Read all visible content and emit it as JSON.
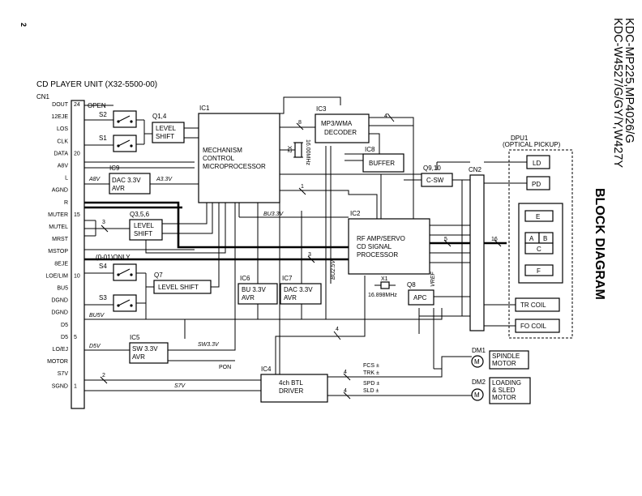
{
  "page_number": "2",
  "header": {
    "model_line1": "KDC-MP225,MP4026/G",
    "model_line2": "KDC-W4527/G/GY/Y,W427Y",
    "title": "BLOCK DIAGRAM"
  },
  "unit_title": "CD PLAYER UNIT (X32-5500-00)",
  "connector": {
    "name": "CN1",
    "pins": [
      {
        "label": "DOUT",
        "num": "24"
      },
      {
        "label": "12EJE",
        "num": ""
      },
      {
        "label": "LOS",
        "num": ""
      },
      {
        "label": "CLK",
        "num": ""
      },
      {
        "label": "DATA",
        "num": "20"
      },
      {
        "label": "A8V",
        "num": ""
      },
      {
        "label": "L",
        "num": ""
      },
      {
        "label": "AGND",
        "num": ""
      },
      {
        "label": "R",
        "num": ""
      },
      {
        "label": "MUTER",
        "num": "15"
      },
      {
        "label": "MUTEL",
        "num": ""
      },
      {
        "label": "MRST",
        "num": ""
      },
      {
        "label": "MSTOP",
        "num": ""
      },
      {
        "label": "8EJE",
        "num": ""
      },
      {
        "label": "LOE/LIM",
        "num": "10"
      },
      {
        "label": "BU5",
        "num": ""
      },
      {
        "label": "DGND",
        "num": ""
      },
      {
        "label": "DGND",
        "num": ""
      },
      {
        "label": "D5",
        "num": ""
      },
      {
        "label": "D5",
        "num": "5"
      },
      {
        "label": "LO/EJ",
        "num": ""
      },
      {
        "label": "MOTOR",
        "num": ""
      },
      {
        "label": "S7V",
        "num": ""
      },
      {
        "label": "SGND",
        "num": "1"
      }
    ]
  },
  "switches": {
    "open_label": "OPEN",
    "s2": "S2",
    "s1": "S1",
    "s4": "S4",
    "s4_note": "(0-01)ONLY",
    "s3": "S3"
  },
  "blocks": {
    "q14": {
      "ref": "Q1,4",
      "line1": "LEVEL",
      "line2": "SHIFT"
    },
    "ic1": {
      "ref": "IC1",
      "line1": "MECHANISM",
      "line2": "CONTROL",
      "line3": "MICROPROCESSOR"
    },
    "ic3": {
      "ref": "IC3",
      "line1": "MP3/WMA",
      "line2": "DECODER"
    },
    "ic8": {
      "ref": "IC8",
      "line1": "BUFFER"
    },
    "ic9": {
      "ref": "IC9",
      "line1": "DAC 3.3V",
      "line2": "AVR"
    },
    "q356": {
      "ref": "Q3,5,6",
      "line1": "LEVEL",
      "line2": "SHIFT"
    },
    "q7": {
      "ref": "Q7",
      "line1": "LEVEL SHIFT"
    },
    "ic6": {
      "ref": "IC6",
      "line1": "BU 3.3V",
      "line2": "AVR"
    },
    "ic7": {
      "ref": "IC7",
      "line1": "DAC 3.3V",
      "line2": "AVR"
    },
    "ic2": {
      "ref": "IC2",
      "line1": "RF AMP/SERVO",
      "line2": "CD SIGNAL",
      "line3": "PROCESSOR"
    },
    "q910": {
      "ref": "Q9,10",
      "line1": "C-SW"
    },
    "q8": {
      "ref": "Q8",
      "line1": "APC"
    },
    "ic5": {
      "ref": "IC5",
      "line1": "SW 3.3V",
      "line2": "AVR"
    },
    "ic4": {
      "ref": "IC4",
      "line1": "4ch BTL",
      "line2": "DRIVER"
    },
    "cn2": {
      "ref": "CN2"
    }
  },
  "crystals": {
    "x2_ref": "X2",
    "x2_freq": "16.00MHz",
    "x1_ref": "X1",
    "x1_freq": "16.898MHz"
  },
  "net_labels": {
    "a8v": "A8V",
    "a33v": "A3.3V",
    "bu33v": "BU3.3V",
    "bu25v": "BU2.5V",
    "vref": "VREF",
    "bu5v": "BU5V",
    "d5v": "D5V",
    "sw33v": "SW3.3V",
    "pon": "PON",
    "s7v": "S7V",
    "fcs": "FCS ±",
    "trk": "TRK ±",
    "spd": "SPD ±",
    "sld": "SLD ±"
  },
  "bus_widths": {
    "ic1_ic3": "8",
    "ic3_ic2": "4",
    "ic2_ic1": "1",
    "mute": "3",
    "ic2_in": "3",
    "cn2_dpu": "5",
    "dpu": "16",
    "ic4_in": "4",
    "motor": "2",
    "ic4_out1": "4",
    "ic4_out2": "4"
  },
  "pickup": {
    "ref": "DPU1",
    "name": "(OPTICAL PICKUP)",
    "ld": "LD",
    "pd": "PD",
    "seg_e": "E",
    "seg_a": "A",
    "seg_b": "B",
    "seg_c": "C",
    "seg_f": "F",
    "tr_coil": "TR COIL",
    "fo_coil": "FO COIL"
  },
  "motors": {
    "dm1": "DM1",
    "dm1_name1": "SPINDLE",
    "dm1_name2": "MOTOR",
    "dm2": "DM2",
    "dm2_name1": "LOADING",
    "dm2_name2": "& SLED",
    "dm2_name3": "MOTOR",
    "symbol": "M"
  }
}
